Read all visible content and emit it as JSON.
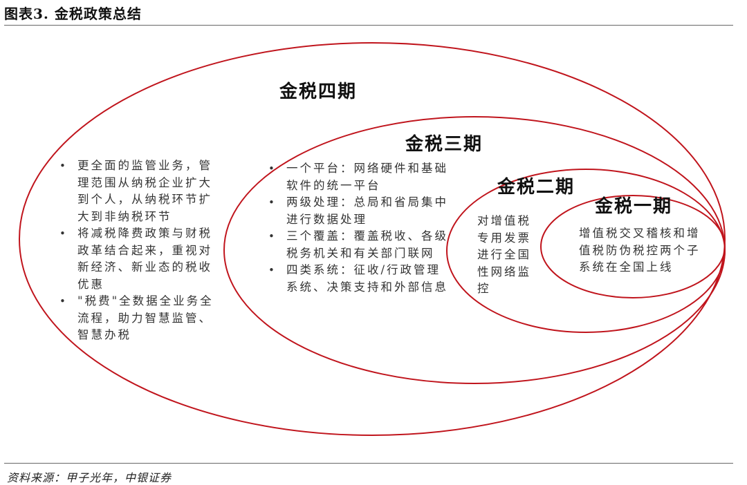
{
  "figure": {
    "title": "图表3. 金税政策总结",
    "source": "资料来源：甲子光年，中银证券"
  },
  "colors": {
    "ellipse_stroke": "#c0141c",
    "text": "#333333",
    "title_text": "#111111",
    "rule": "#666666"
  },
  "phases": {
    "phase4": {
      "label": "金税四期",
      "items": [
        "更全面的监管业务，管理范围从纳税企业扩大到个人，从纳税环节扩大到非纳税环节",
        "将减税降费政策与财税政革结合起来，重视对新经济、新业态的税收优惠",
        "\"税费\"全数据全业务全流程，助力智慧监管、智慧办税"
      ]
    },
    "phase3": {
      "label": "金税三期",
      "items": [
        "一个平台：网络硬件和基础软件的统一平台",
        "两级处理：总局和省局集中进行数据处理",
        "三个覆盖：覆盖税收、各级税务机关和有关部门联网",
        "四类系统：征收/行政管理系统、决策支持和外部信息"
      ]
    },
    "phase2": {
      "label": "金税二期",
      "text": "对增值税专用发票进行全国性网络监控"
    },
    "phase1": {
      "label": "金税一期",
      "text": "增值税交叉稽核和增值税防伪税控两个子系统在全国上线"
    }
  }
}
